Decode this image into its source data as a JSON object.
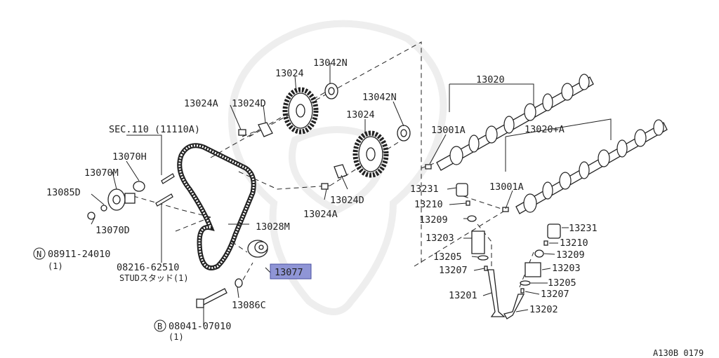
{
  "labels": {
    "p13024_a": "13024",
    "p13042n_a": "13042N",
    "p13024a_a": "13024A",
    "p13024d_a": "13024D",
    "sec110": "SEC.110 (11110A)",
    "p13070h": "13070H",
    "p13070m": "13070M",
    "p13085d": "13085D",
    "p13070d": "13070D",
    "n_bolt": "08911-24010",
    "n_bolt_qty": "(1)",
    "stud": "08216-62510",
    "stud_desc": "STUDスタッド(1)",
    "p13028m": "13028M",
    "p13007": "13077",
    "p13086c": "13086C",
    "b_bolt": "08041-07010",
    "b_bolt_qty": "(1)",
    "p13042n_b": "13042N",
    "p13024_b": "13024",
    "p13024d_b": "13024D",
    "p13024a_b": "13024A",
    "p13020": "13020",
    "p13001a_a": "13001A",
    "p13020a": "13020+A",
    "p13001a_b": "13001A",
    "p13231_a": "13231",
    "p13210_a": "13210",
    "p13209_a": "13209",
    "p13203_a": "13203",
    "p13205_a": "13205",
    "p13207_a": "13207",
    "p13201": "13201",
    "p13231_b": "13231",
    "p13210_b": "13210",
    "p13209_b": "13209",
    "p13203_b": "13203",
    "p13205_b": "13205",
    "p13207_b": "13207",
    "p13202": "13202",
    "ref": "A130B 0179"
  },
  "circle_marks": {
    "n": "N",
    "b": "B"
  },
  "colors": {
    "highlight": "#8f95d6",
    "line": "#222222",
    "watermark": "#eeeeee"
  }
}
